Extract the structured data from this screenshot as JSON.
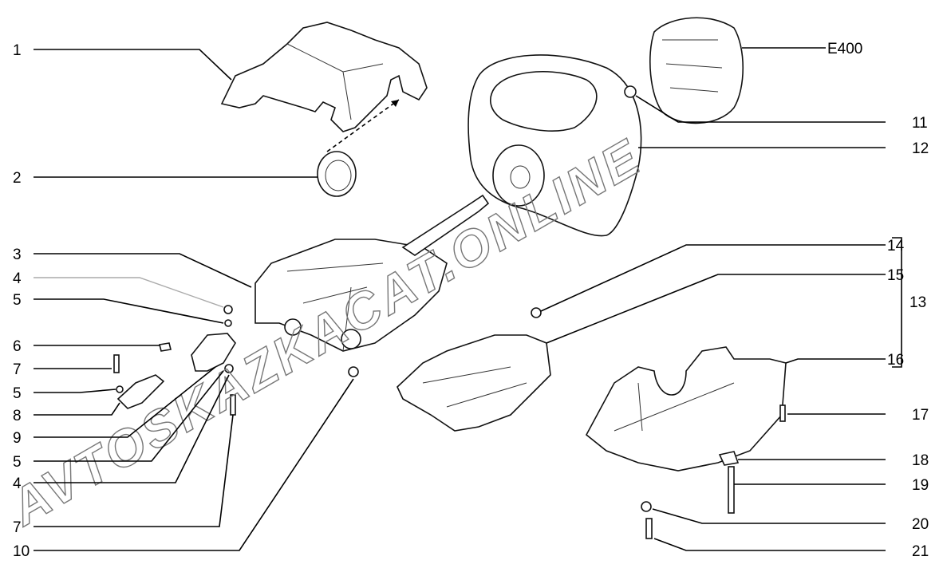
{
  "diagram": {
    "watermark": "AVTOSKAZKACAT.ONLINE",
    "labels_left": [
      "1",
      "2",
      "3",
      "4",
      "5",
      "6",
      "7",
      "5",
      "8",
      "9",
      "5",
      "4",
      "7",
      "10"
    ],
    "labels_right": [
      "E400",
      "11",
      "12",
      "14",
      "15",
      "13",
      "16",
      "17",
      "18",
      "19",
      "20",
      "21"
    ]
  }
}
